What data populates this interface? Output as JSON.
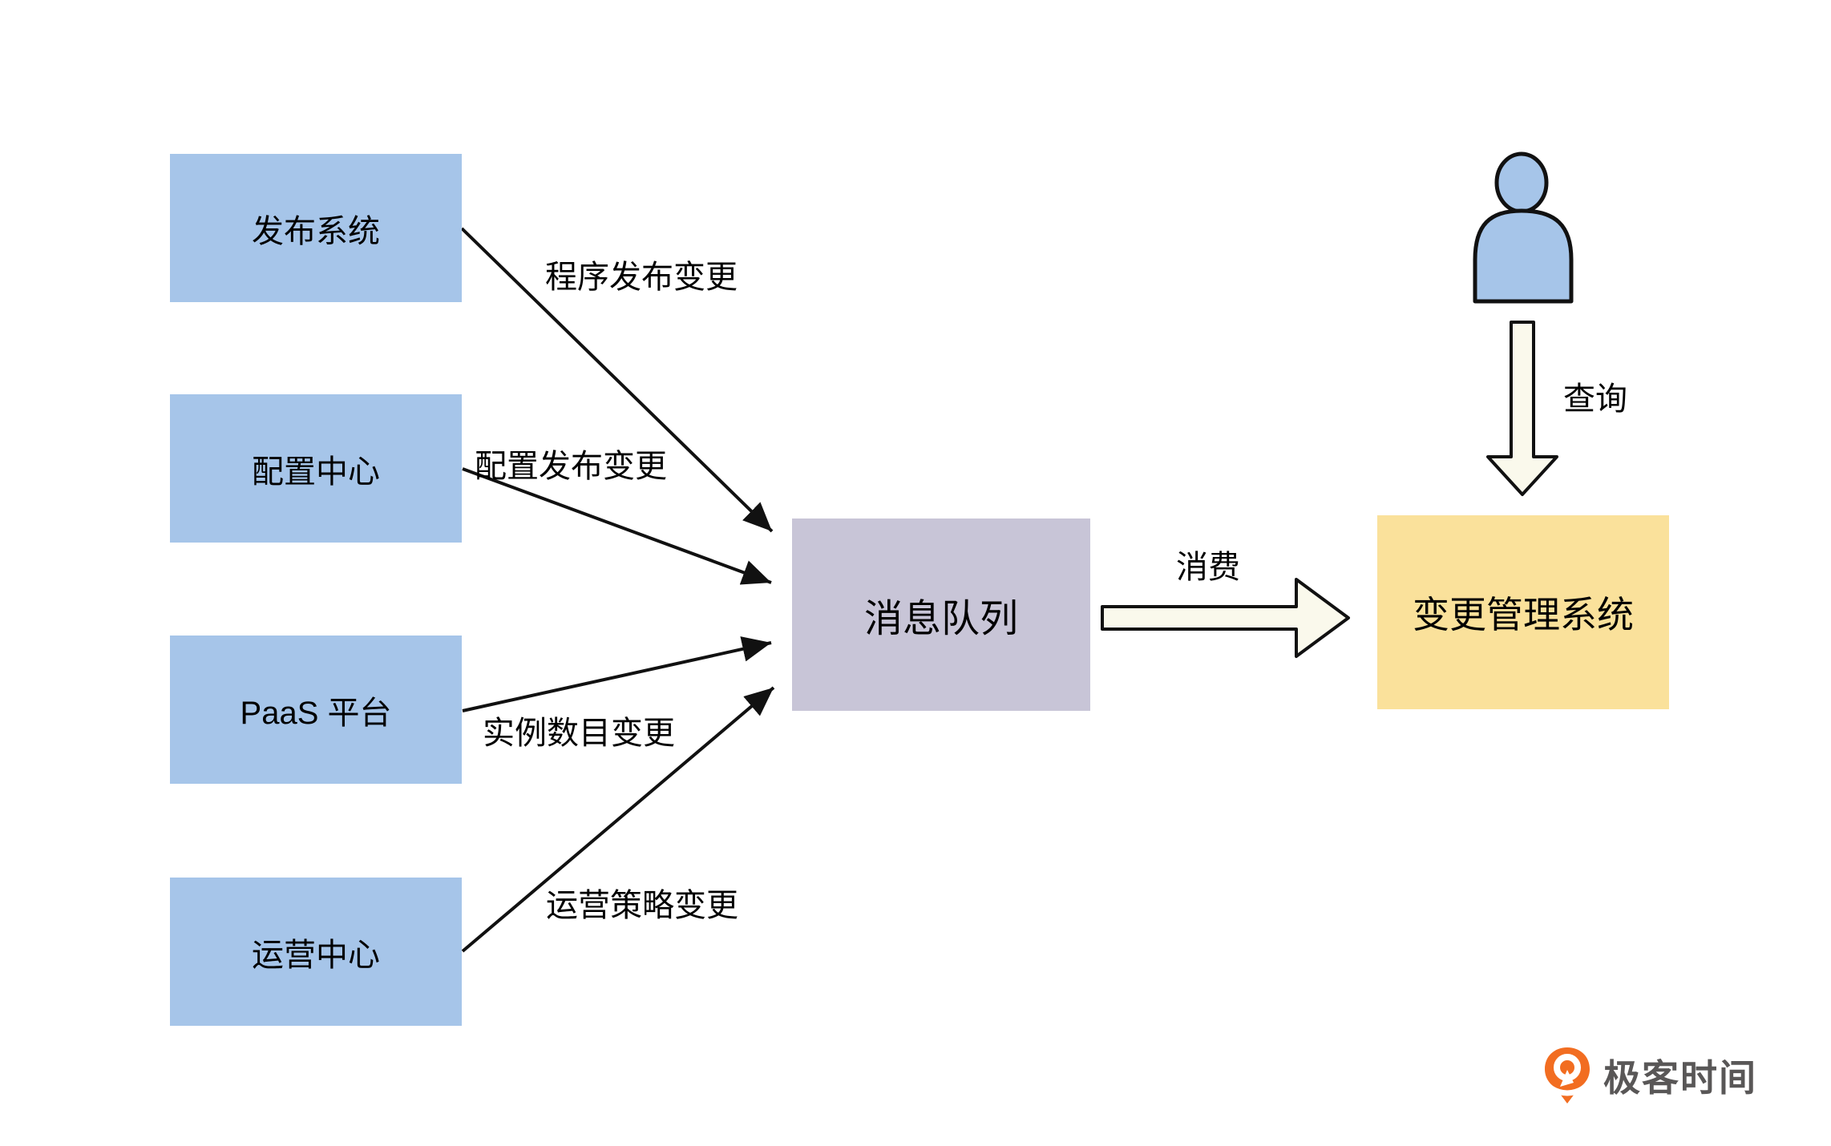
{
  "diagram": {
    "sources": [
      {
        "label": "发布系统",
        "arrow_label": "程序发布变更"
      },
      {
        "label": "配置中心",
        "arrow_label": "配置发布变更"
      },
      {
        "label": "PaaS 平台",
        "arrow_label": "实例数目变更"
      },
      {
        "label": "运营中心",
        "arrow_label": "运营策略变更"
      }
    ],
    "queue": {
      "label": "消息队列"
    },
    "consumer": {
      "label": "变更管理系统"
    },
    "consume_arrow_label": "消费",
    "query_arrow_label": "查询",
    "icons": {
      "user": "person-icon",
      "logo": "geektime-pin-icon"
    },
    "colors": {
      "source_fill": "#A6C5E9",
      "queue_fill": "#C8C5D7",
      "consumer_fill": "#FAE19B",
      "hollow_arrow_fill": "#FAF9EC",
      "line_color": "#111111",
      "logo_orange": "#F26D21",
      "logo_text": "#595757"
    }
  },
  "branding": {
    "logo_text": "极客时间"
  }
}
